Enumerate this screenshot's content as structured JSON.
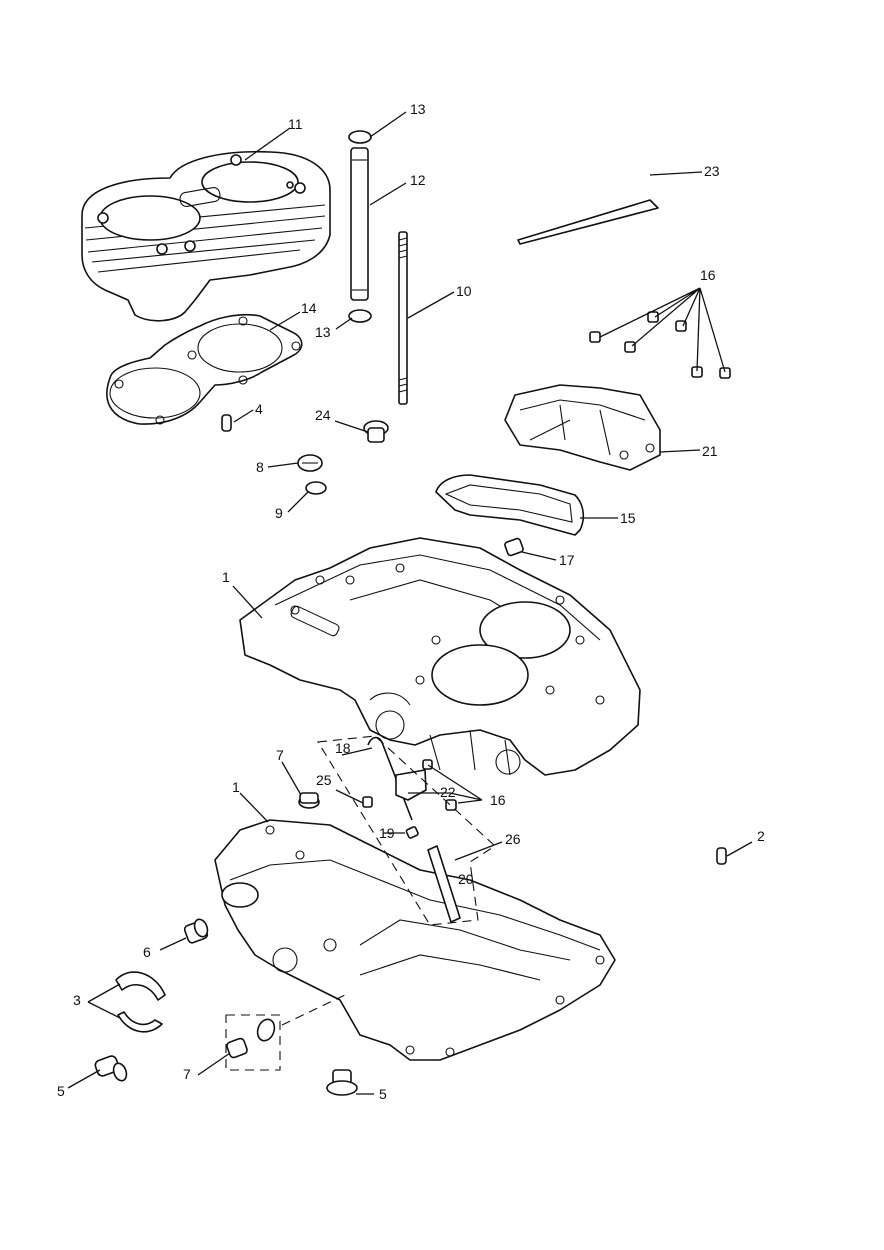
{
  "callouts": {
    "c1a": "1",
    "c1b": "1",
    "c2": "2",
    "c3": "3",
    "c4": "4",
    "c5a": "5",
    "c5b": "5",
    "c6": "6",
    "c7a": "7",
    "c7b": "7",
    "c8": "8",
    "c9": "9",
    "c10": "10",
    "c11": "11",
    "c12": "12",
    "c13a": "13",
    "c13b": "13",
    "c14": "14",
    "c15": "15",
    "c16a": "16",
    "c16b": "16",
    "c17": "17",
    "c18": "18",
    "c19": "19",
    "c20": "20",
    "c21": "21",
    "c22": "22",
    "c23": "23",
    "c24": "24",
    "c25": "25",
    "c26": "26"
  },
  "colors": {
    "line": "#111111",
    "background": "#ffffff",
    "shade": "#d9d9d9"
  }
}
